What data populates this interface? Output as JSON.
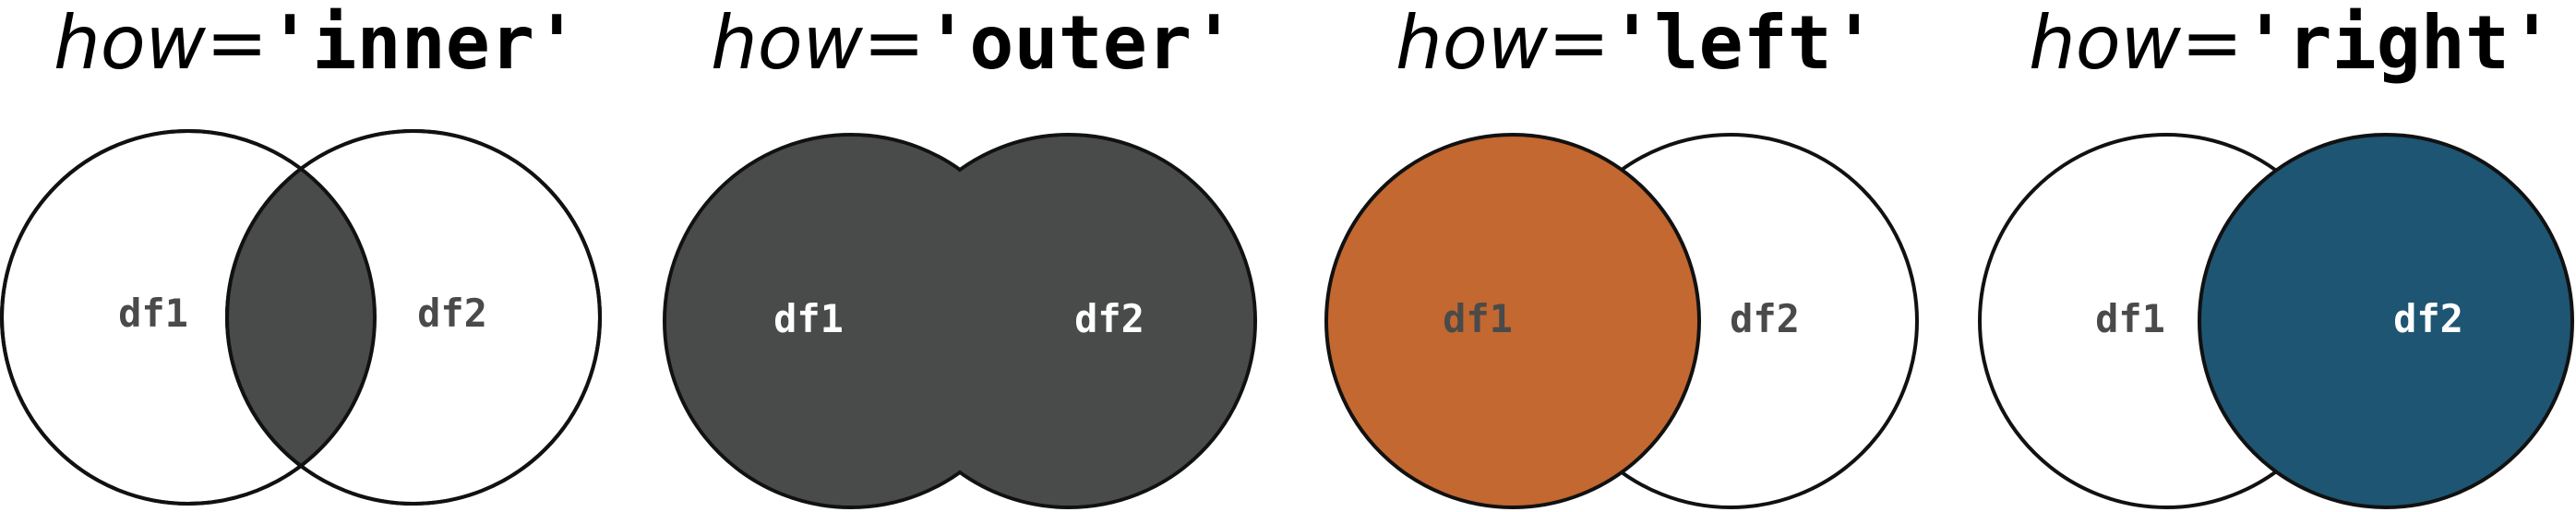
{
  "colors": {
    "outline": "#111111",
    "background": "#ffffff",
    "dark_fill": "#484b49",
    "orange_fill": "#c26830",
    "blue_fill": "#1e5572",
    "label_dark": "#4a4a4a",
    "label_light": "#ffffff"
  },
  "panels": [
    {
      "keyword": "how",
      "equals": "=",
      "value": "'inner'",
      "left_label": "df1",
      "right_label": "df2",
      "highlight": "intersection"
    },
    {
      "keyword": "how",
      "equals": "=",
      "value": "'outer'",
      "left_label": "df1",
      "right_label": "df2",
      "highlight": "union"
    },
    {
      "keyword": "how",
      "equals": "=",
      "value": "'left'",
      "left_label": "df1",
      "right_label": "df2",
      "highlight": "left"
    },
    {
      "keyword": "how",
      "equals": "=",
      "value": "'right'",
      "left_label": "df1",
      "right_label": "df2",
      "highlight": "right"
    }
  ]
}
